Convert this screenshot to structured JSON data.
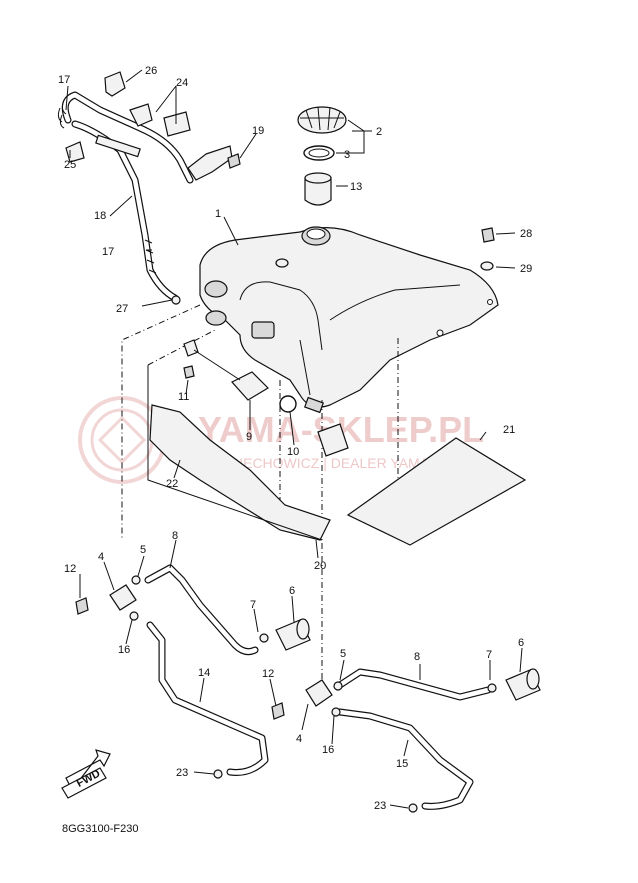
{
  "diagram_code": "8GG3100-F230",
  "fwd_label": "FWD",
  "watermark": {
    "title": "YAMA-SKLEP.PL",
    "subtitle": "WOJCIECHOWICZ | DEALER YAMAHA"
  },
  "callouts": {
    "c1": "1",
    "c2": "2",
    "c3": "3",
    "c4a": "4",
    "c4b": "4",
    "c5a": "5",
    "c5b": "5",
    "c6a": "6",
    "c6b": "6",
    "c7a": "7",
    "c7b": "7",
    "c8a": "8",
    "c8b": "8",
    "c9": "9",
    "c10": "10",
    "c11": "11",
    "c12a": "12",
    "c12b": "12",
    "c13": "13",
    "c14": "14",
    "c15": "15",
    "c16a": "16",
    "c16b": "16",
    "c17a": "17",
    "c17b": "17",
    "c18": "18",
    "c19": "19",
    "c20": "20",
    "c21": "21",
    "c22": "22",
    "c23a": "23",
    "c23b": "23",
    "c24": "24",
    "c25": "25",
    "c26": "26",
    "c27": "27",
    "c28": "28",
    "c29": "29"
  }
}
